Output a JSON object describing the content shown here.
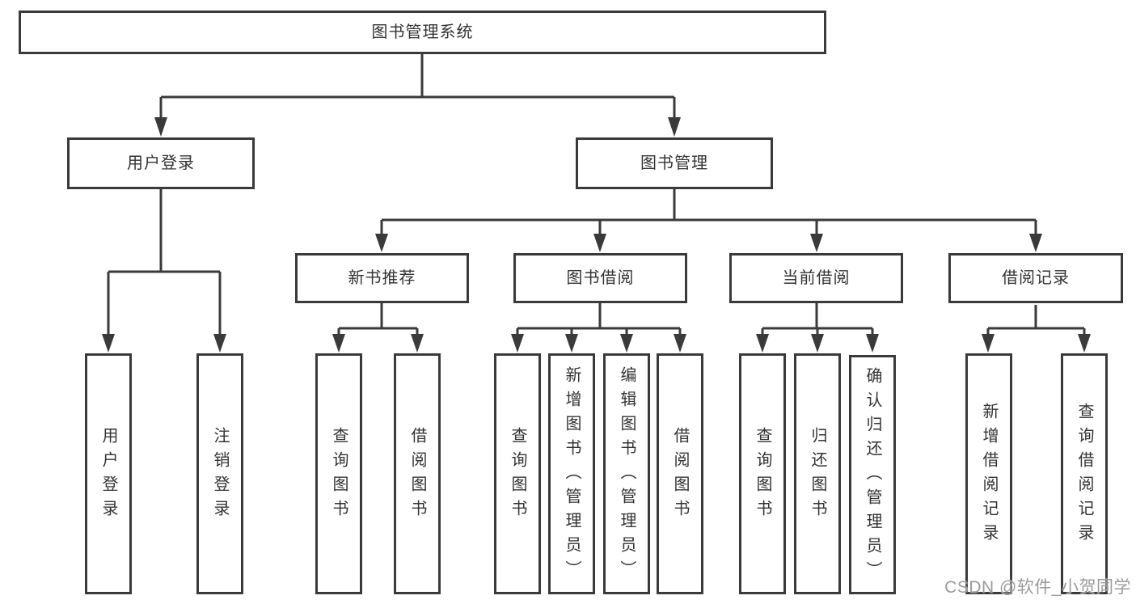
{
  "colors": {
    "line": "#3a3a3a",
    "box_border": "#3a3a3a",
    "box_background": "#ffffff",
    "text": "#333333",
    "watermark": "#9b9b9b"
  },
  "tree": {
    "root": {
      "label": "图书管理系统",
      "children": [
        {
          "label": "用户登录",
          "children": [
            {
              "label": "用户登录"
            },
            {
              "label": "注销登录"
            }
          ]
        },
        {
          "label": "图书管理",
          "children": [
            {
              "label": "新书推荐",
              "children": [
                {
                  "label": "查询图书"
                },
                {
                  "label": "借阅图书"
                }
              ]
            },
            {
              "label": "图书借阅",
              "children": [
                {
                  "label": "查询图书"
                },
                {
                  "label": "新增图书（管理员）"
                },
                {
                  "label": "编辑图书（管理员）"
                },
                {
                  "label": "借阅图书"
                }
              ]
            },
            {
              "label": "当前借阅",
              "children": [
                {
                  "label": "查询图书"
                },
                {
                  "label": "归还图书"
                },
                {
                  "label": "确认归还（管理员）"
                }
              ]
            },
            {
              "label": "借阅记录",
              "children": [
                {
                  "label": "新增借阅记录"
                },
                {
                  "label": "查询借阅记录"
                }
              ]
            }
          ]
        }
      ]
    }
  },
  "watermark": {
    "text": "CSDN @软件_小贺同学"
  }
}
